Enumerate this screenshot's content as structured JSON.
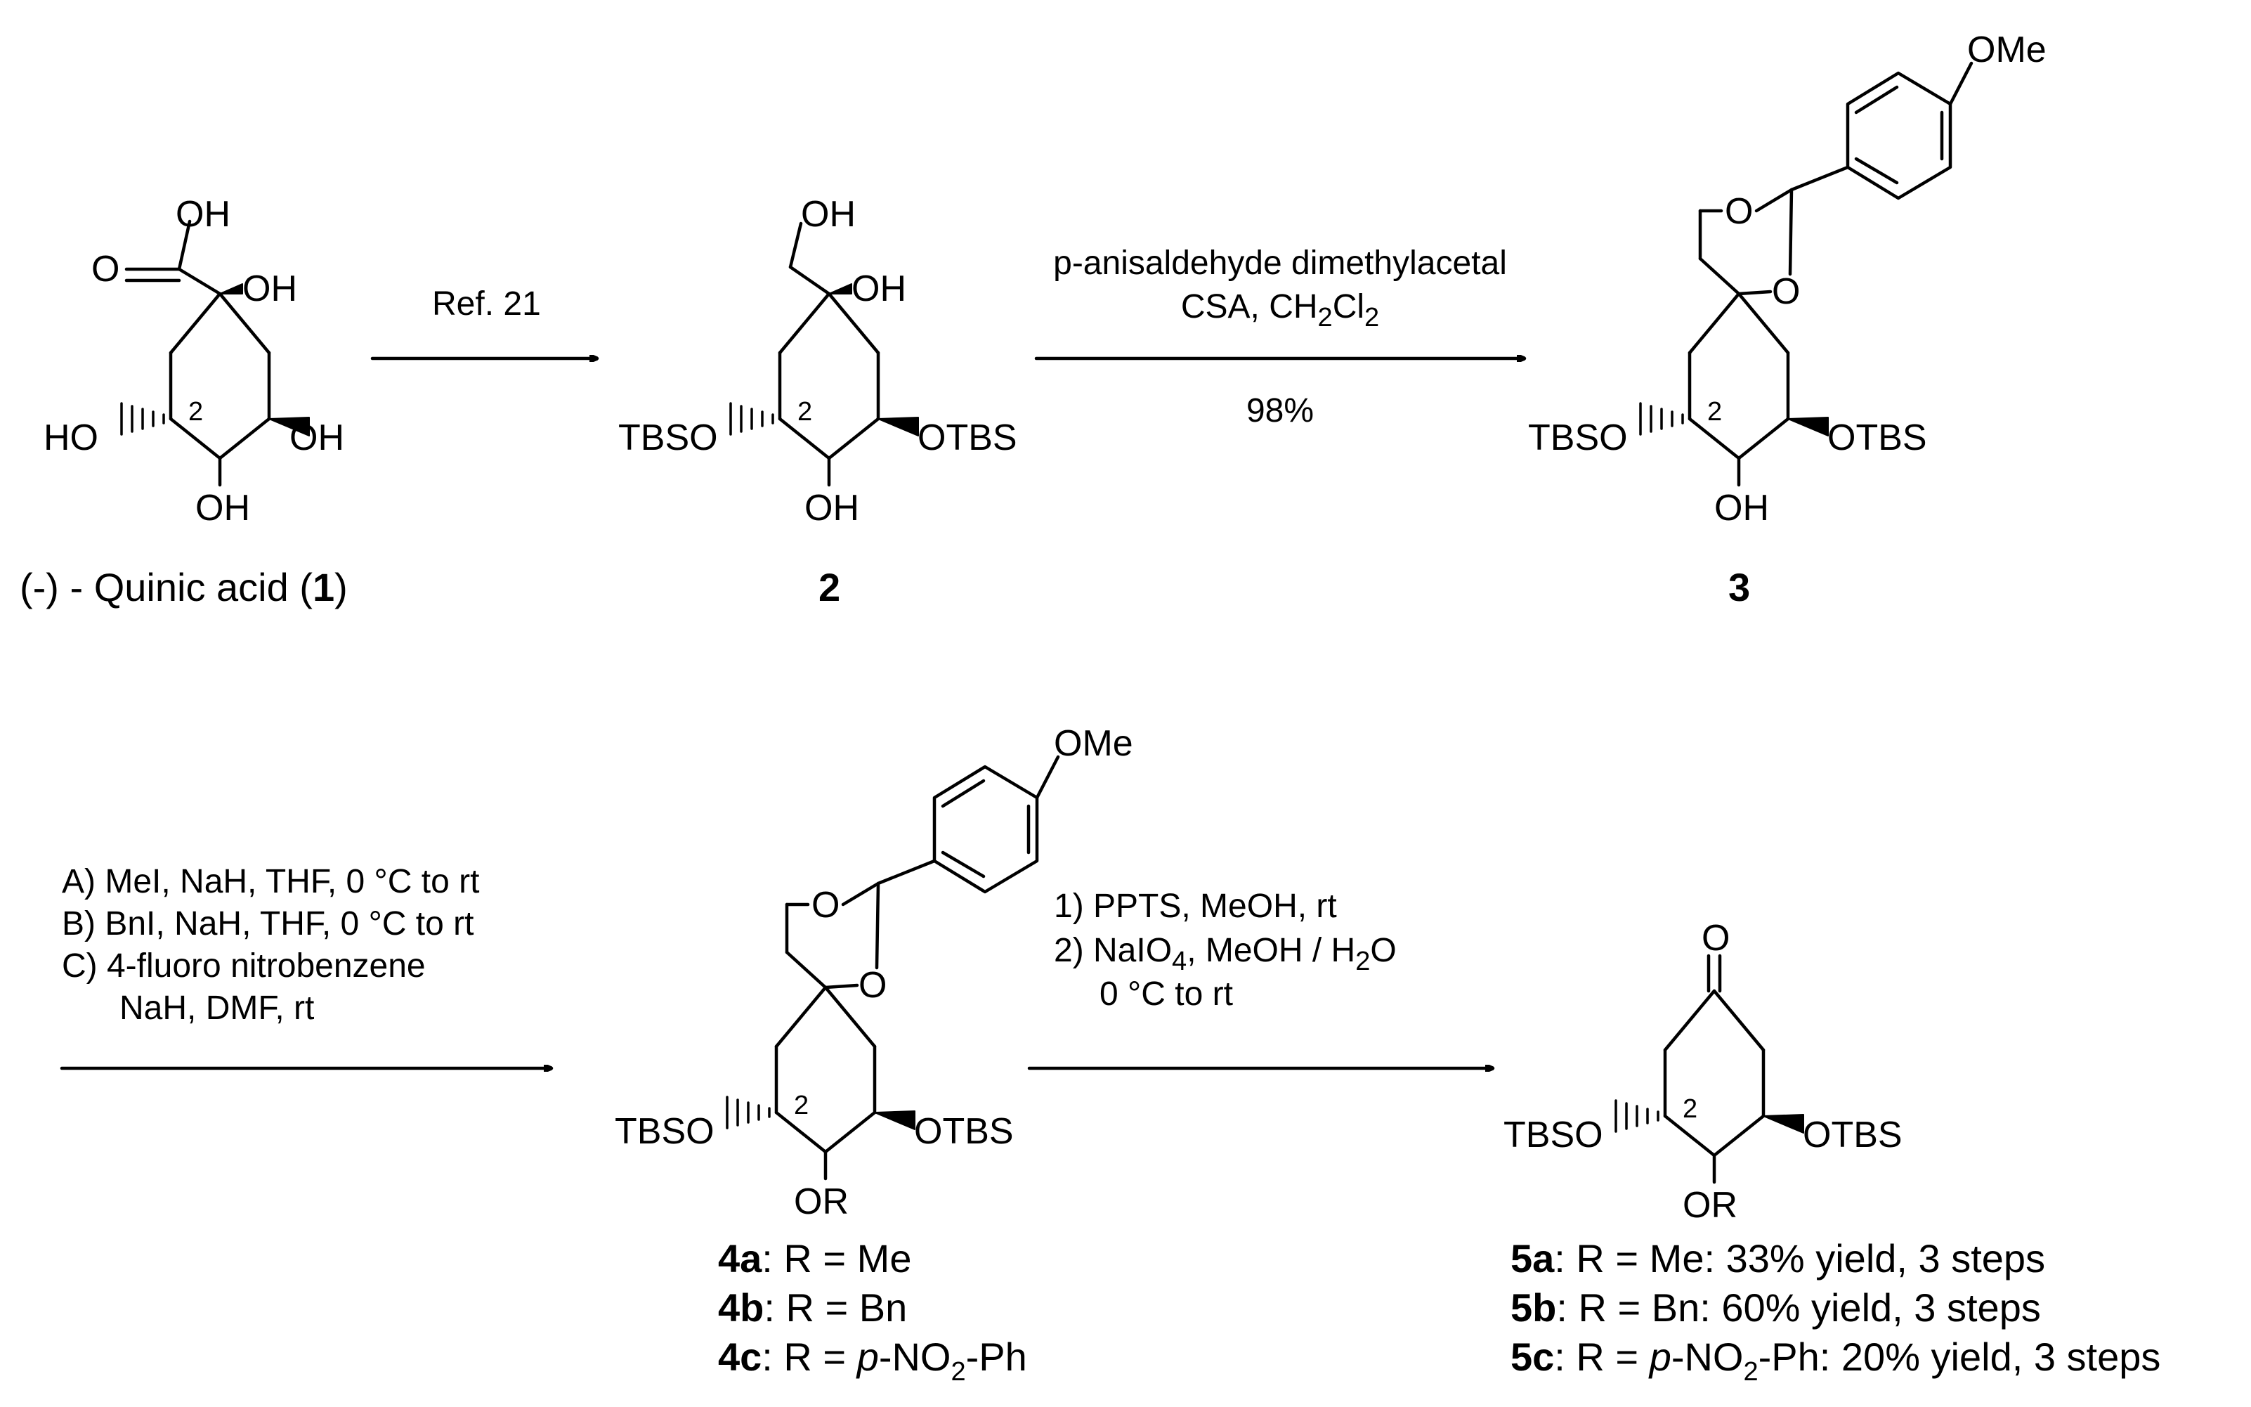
{
  "compounds": {
    "c1": {
      "name_prefix": "(-) - Quinic acid (",
      "number": "1",
      "name_suffix": ")",
      "atoms": {
        "oh_acid": "OH",
        "o_carbonyl": "O",
        "oh_c1": "OH",
        "ho_left": "HO",
        "oh_right": "OH",
        "oh_bottom": "OH",
        "pos2": "2"
      }
    },
    "c2": {
      "number": "2",
      "atoms": {
        "oh_top": "OH",
        "oh_c1": "OH",
        "tbso": "TBSO",
        "otbs": "OTBS",
        "oh_bottom": "OH",
        "pos2": "2"
      }
    },
    "c3": {
      "number": "3",
      "atoms": {
        "ome": "OMe",
        "o_ring_top": "O",
        "o_ring_right": "O",
        "tbso": "TBSO",
        "otbs": "OTBS",
        "oh_bottom": "OH",
        "pos2": "2"
      }
    },
    "c4": {
      "atoms": {
        "ome": "OMe",
        "o_ring_top": "O",
        "o_ring_right": "O",
        "tbso": "TBSO",
        "otbs": "OTBS",
        "or": "OR",
        "pos2": "2"
      },
      "variants": [
        {
          "id": "4a",
          "text": ": R = Me"
        },
        {
          "id": "4b",
          "text": ": R = Bn"
        },
        {
          "id": "4c",
          "text_before": ": R = ",
          "italic": "p",
          "text_mid": "-NO",
          "sub": "2",
          "text_after": "-Ph"
        }
      ]
    },
    "c5": {
      "atoms": {
        "o_ketone": "O",
        "tbso": "TBSO",
        "otbs": "OTBS",
        "or": "OR",
        "pos2": "2"
      },
      "variants": [
        {
          "id": "5a",
          "text": ": R = Me: 33% yield, 3 steps"
        },
        {
          "id": "5b",
          "text": ": R = Bn: 60% yield, 3 steps"
        },
        {
          "id": "5c",
          "text_before": ": R = ",
          "italic": "p",
          "text_mid": "-NO",
          "sub": "2",
          "text_after": "-Ph: 20% yield, 3 steps"
        }
      ]
    }
  },
  "arrows": {
    "a1": {
      "label": "Ref. 21"
    },
    "a2": {
      "line1": "p-anisaldehyde dimethylacetal",
      "line2_prefix": "CSA, CH",
      "line2_sub1": "2",
      "line2_mid": "Cl",
      "line2_sub2": "2",
      "yield": "98%"
    },
    "a3": {
      "lines": [
        "A) MeI, NaH, THF, 0 °C to rt",
        "B) BnI, NaH, THF, 0 °C to rt",
        "C) 4-fluoro nitrobenzene",
        "NaH, DMF, rt"
      ]
    },
    "a4": {
      "line1": "1) PPTS, MeOH, rt",
      "line2_prefix": "2) NaIO",
      "line2_sub": "4",
      "line2_suffix": ", MeOH / H",
      "line2_sub2": "2",
      "line2_end": "O",
      "line3": "0 °C to rt"
    }
  }
}
